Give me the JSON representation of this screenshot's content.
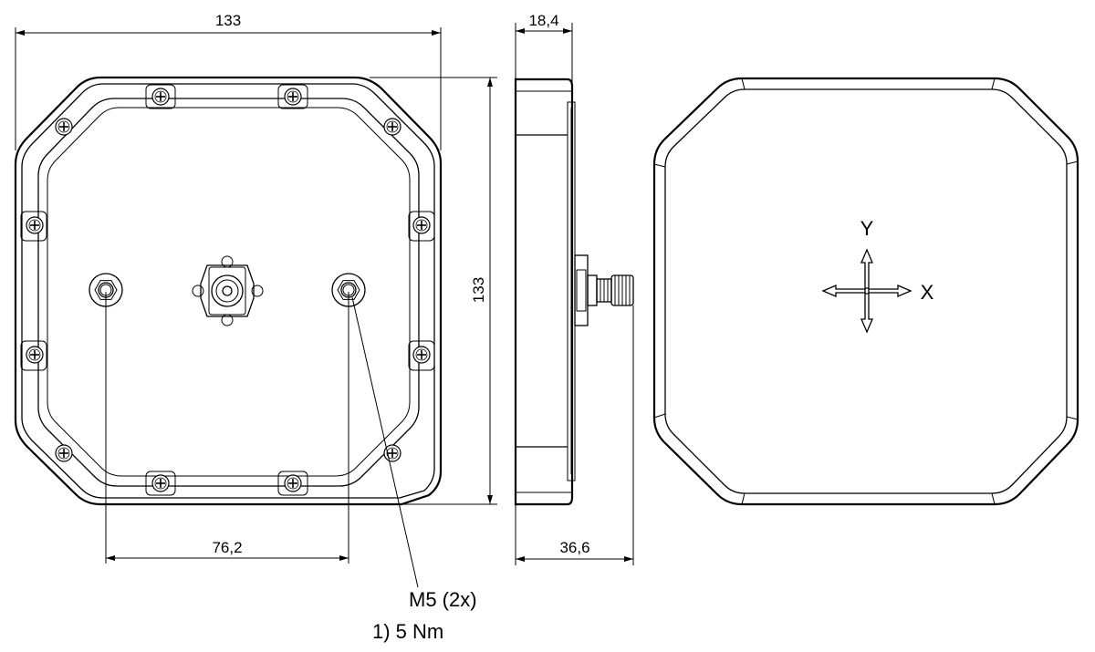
{
  "dimensions": {
    "front_width": "133",
    "front_height": "133",
    "hole_spacing": "76,2",
    "side_depth": "18,4",
    "side_total_depth": "36,6"
  },
  "callouts": {
    "thread": "M5 (2x)",
    "torque": "1) 5 Nm"
  },
  "axes": {
    "x_label": "X",
    "y_label": "Y"
  },
  "colors": {
    "line": "#000000",
    "background": "#ffffff"
  }
}
